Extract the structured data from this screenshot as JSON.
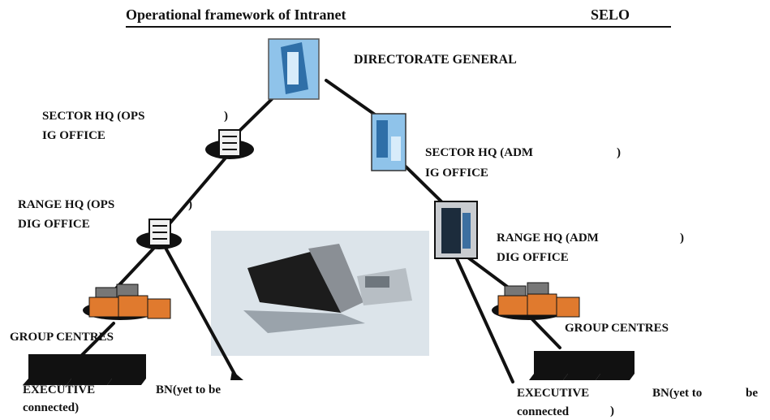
{
  "header": {
    "title": "Operational framework of Intranet",
    "org": "SELO"
  },
  "nodes": {
    "directorate": "DIRECTORATE GENERAL",
    "sector_ops_l1": "SECTOR HQ (OPS",
    "sector_ops_paren": ")",
    "sector_ops_l2": "IG OFFICE",
    "sector_adm_l1": "SECTOR HQ (ADM",
    "sector_adm_paren": ")",
    "sector_adm_l2": "IG OFFICE",
    "range_ops_l1": "RANGE HQ (OPS",
    "range_ops_paren": ")",
    "range_ops_l2": "DIG OFFICE",
    "range_adm_l1": "RANGE HQ (ADM",
    "range_adm_paren": ")",
    "range_adm_l2": "DIG OFFICE",
    "group_left": "GROUP CENTRES",
    "group_right": "GROUP CENTRES",
    "exec_left_a": "EXECUTIVE",
    "exec_left_b": "BN(yet to be",
    "exec_left_c": "connected)",
    "exec_right_a": "EXECUTIVE",
    "exec_right_b": "BN(yet to",
    "exec_right_c": "be",
    "exec_right_d": "connected",
    "exec_right_paren": ")"
  },
  "colors": {
    "link": "#111111",
    "server_blue": "#6aa9d8",
    "group_orange": "#e07a2e",
    "photo_bg": "#dce4ea"
  }
}
